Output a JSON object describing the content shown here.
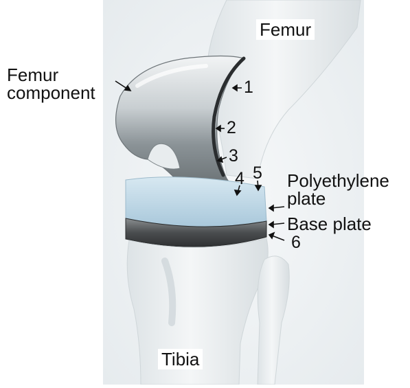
{
  "labels": {
    "femur": "Femur",
    "femur_component_line1": "Femur",
    "femur_component_line2": "component",
    "polyethylene_line1": "Polyethylene",
    "polyethylene_line2": "plate",
    "base_plate": "Base plate",
    "tibia": "Tibia"
  },
  "numbers": [
    "1",
    "2",
    "3",
    "4",
    "5",
    "6"
  ],
  "colors": {
    "bone": "#eef1f2",
    "metal": "#9aa4a8",
    "polyethylene": "#b7d4e4",
    "base_plate": "#56595a",
    "text": "#111111"
  }
}
